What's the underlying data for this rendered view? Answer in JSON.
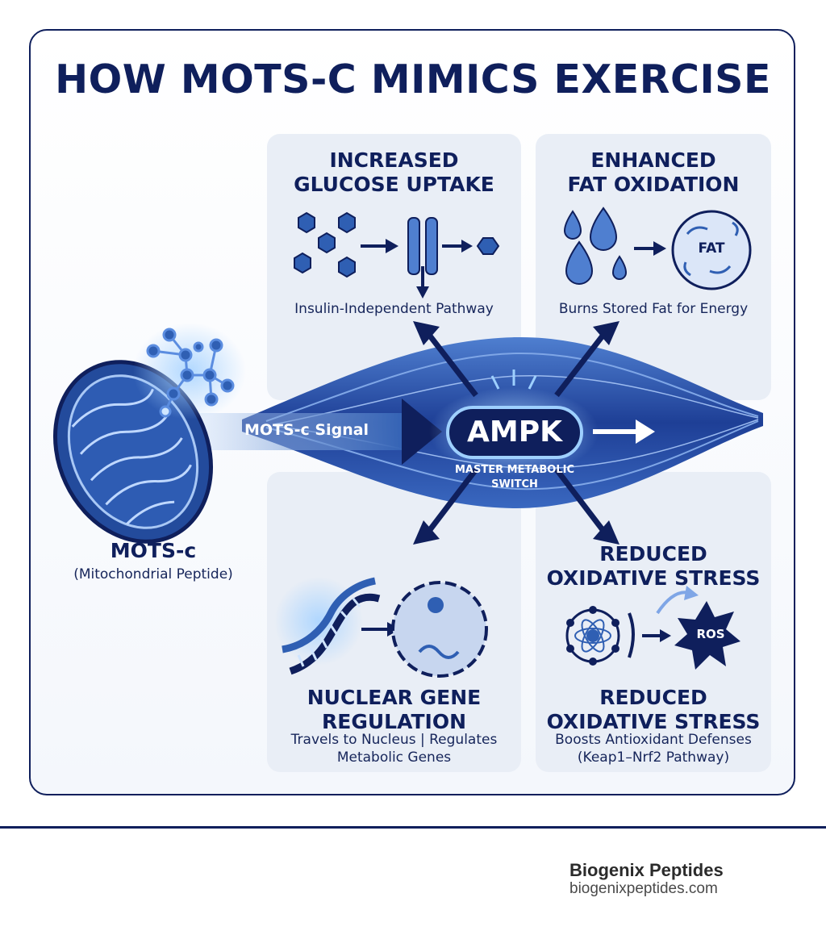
{
  "title": "HOW MOTS-C MIMICS EXERCISE",
  "colors": {
    "navy": "#0f1f5c",
    "blue": "#2f5fb3",
    "light_blue": "#7fb3ff",
    "panel": "#e9eef6"
  },
  "center": {
    "node": "AMPK",
    "subtitle_line1": "MASTER METABOLIC",
    "subtitle_line2": "SWITCH",
    "signal_label": "MOTS-c Signal"
  },
  "source": {
    "name": "MOTS-c",
    "description": "(Mitochondrial Peptide)",
    "icon": "mitochondrion-icon"
  },
  "panels": [
    {
      "id": "glucose",
      "title_line1": "INCREASED",
      "title_line2": "GLUCOSE UPTAKE",
      "caption_line1": "Insulin-Independent Pathway",
      "icon": "glucose-transporter-icon"
    },
    {
      "id": "fat",
      "title_line1": "ENHANCED",
      "title_line2": "FAT OXIDATION",
      "caption_line1": "Burns Stored Fat for Energy",
      "icon": "fat-cell-icon",
      "icon_text": "FAT"
    },
    {
      "id": "gene",
      "title_line1": "NUCLEAR GENE",
      "title_line2": "REGULATION",
      "caption_line1": "Travels to Nucleus | Regulates",
      "caption_line2": "Metabolic Genes",
      "icon": "dna-nucleus-icon"
    },
    {
      "id": "oxidative",
      "title_line1": "REDUCED",
      "title_line2": "OXIDATIVE STRESS",
      "caption_line1": "Boosts Antioxidant Defenses",
      "caption_line2": "(Keap1–Nrf2 Pathway)",
      "icon": "antioxidant-ros-icon",
      "icon_text": "ROS",
      "header_line1": "REDUCED",
      "header_line2": "OXIDATIVE STRESS"
    }
  ],
  "footer": {
    "brand": "Biogenix Peptides",
    "url": "biogenixpeptides.com"
  }
}
